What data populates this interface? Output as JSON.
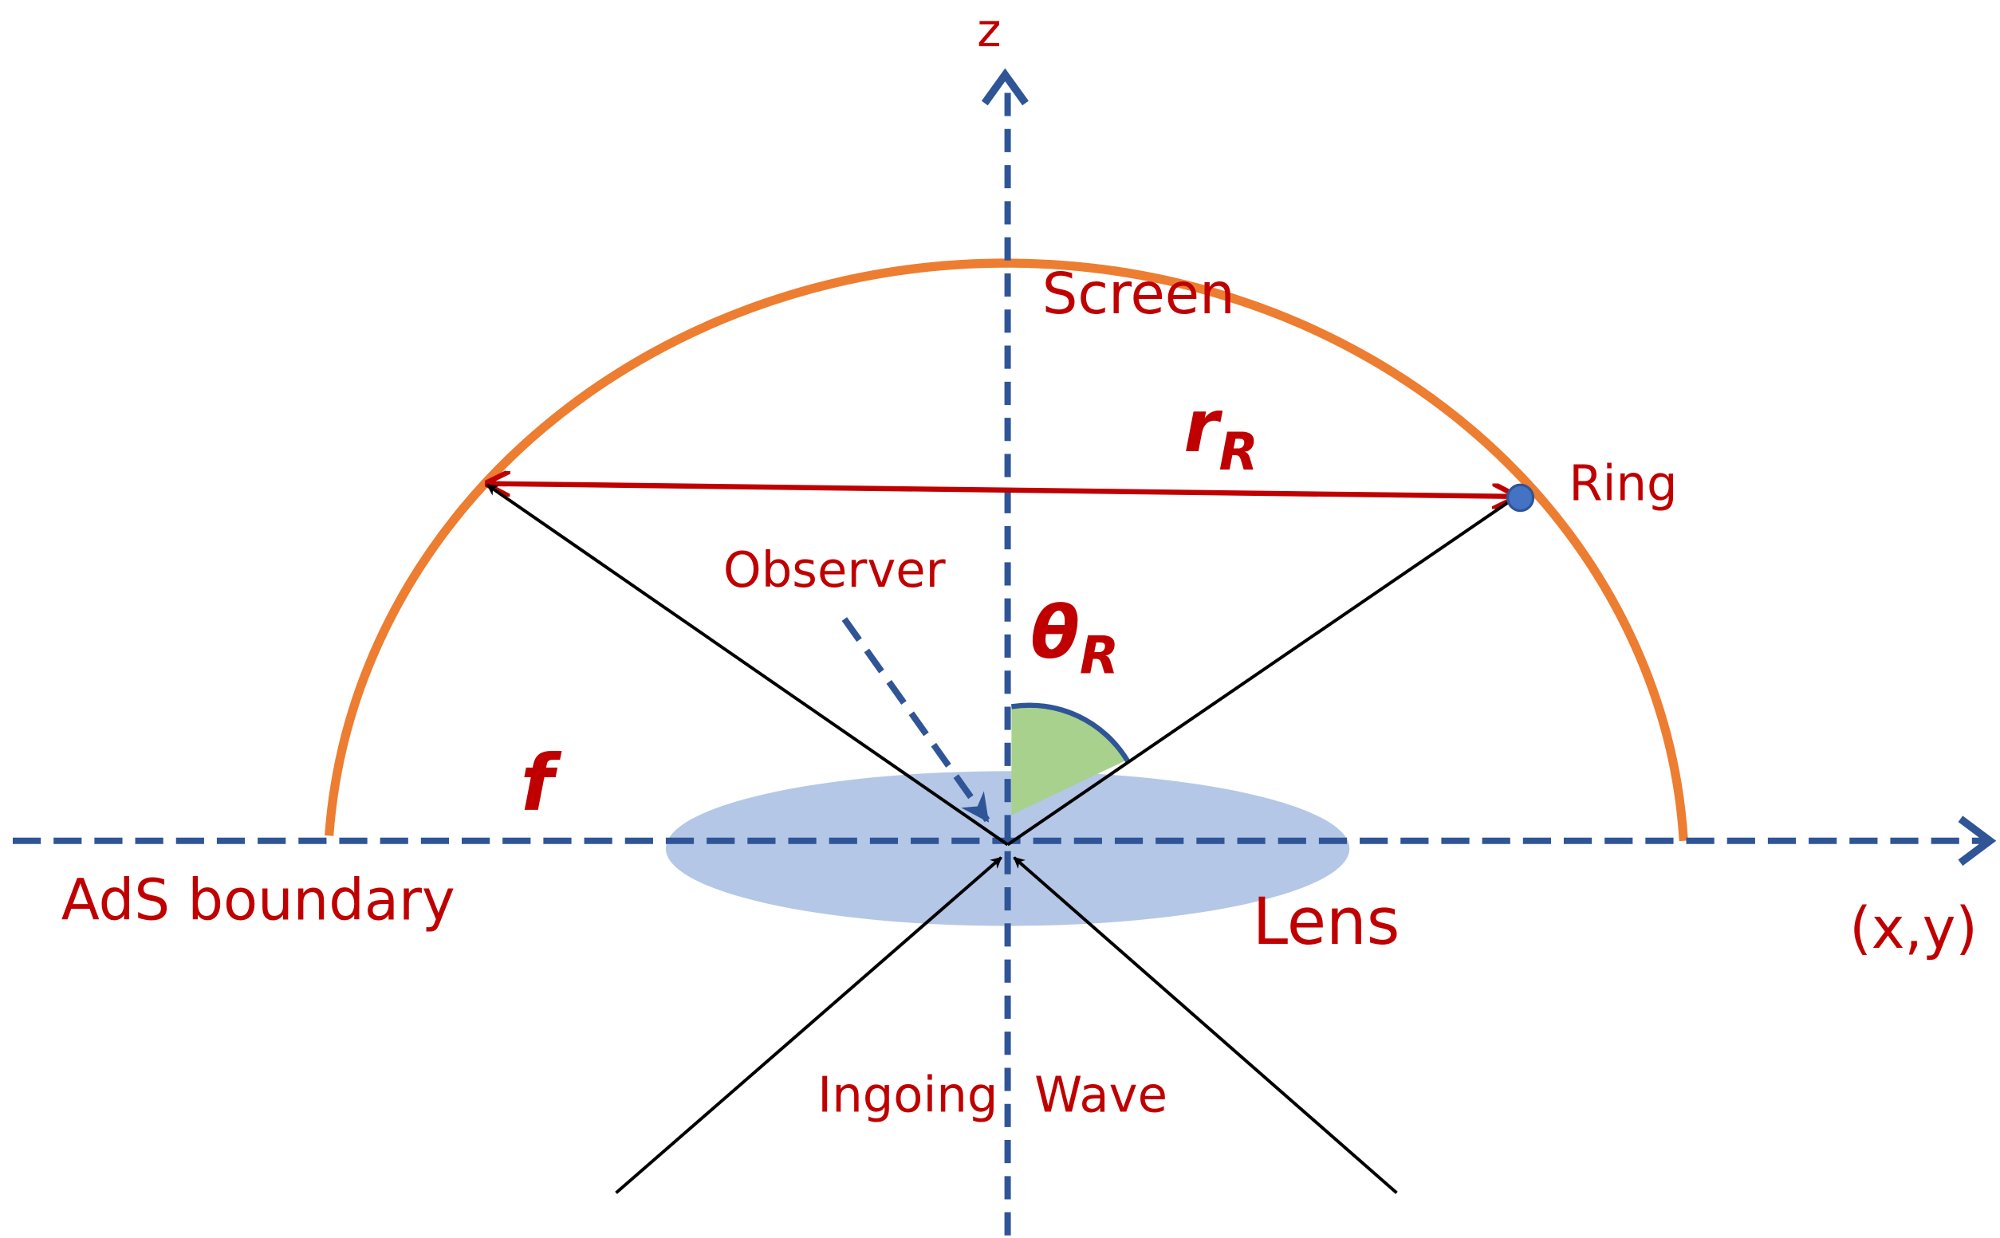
{
  "labels": {
    "z_axis": "z",
    "xy_axis": "(x,y)",
    "screen": "Screen",
    "ring_radius": "r",
    "ring_radius_sub": "R",
    "ring": "Ring",
    "observer": "Observer",
    "angle": "θ",
    "angle_sub": "R",
    "focal": "f",
    "boundary": "AdS boundary",
    "lens": "Lens",
    "ingoing": "Ingoing",
    "wave": "Wave"
  },
  "colors": {
    "axis": "#2f5597",
    "screen": "#ed7d31",
    "lens": "#b4c7e7",
    "radius_arrow": "#c00000",
    "ring_dot": "#4472c4",
    "angle_wedge": "#a9d18e",
    "text": "#c00000"
  }
}
